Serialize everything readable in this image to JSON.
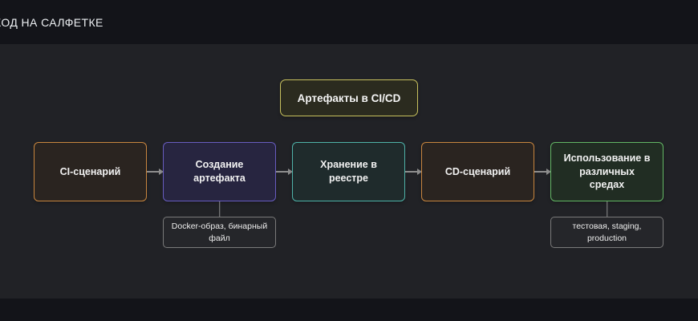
{
  "header": {
    "title": "КОД НА САЛФЕТКЕ"
  },
  "diagram": {
    "title_node": {
      "label": "Артефакты в CI/CD",
      "border_color": "#c8c25e"
    },
    "nodes": [
      {
        "label": "CI-сценарий",
        "border_color": "#c8863f"
      },
      {
        "label": "Создание артефакта",
        "border_color": "#685dc0"
      },
      {
        "label": "Хранение в реестре",
        "border_color": "#4fb3a9"
      },
      {
        "label": "CD-сценарий",
        "border_color": "#c8863f"
      },
      {
        "label": "Использование в различных средах",
        "border_color": "#63b765"
      }
    ],
    "annotations": [
      {
        "label": "Docker-образ, бинарный файл",
        "attached_to_node": 1
      },
      {
        "label": "тестовая, staging, production",
        "attached_to_node": 4
      }
    ],
    "arrow_color": "#8e8e8e"
  }
}
